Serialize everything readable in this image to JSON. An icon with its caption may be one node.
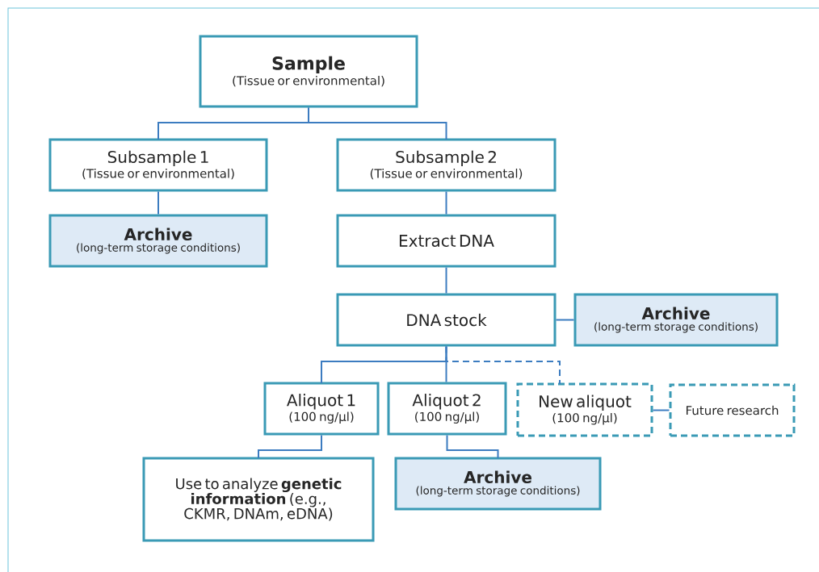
{
  "diagram": {
    "nodes": [
      {
        "text": [
          "Sample",
          "(Tissue or environmental)"
        ]
      },
      {
        "text": [
          "Subsample 1",
          "(Tissue or environmental)"
        ]
      },
      {
        "text": [
          "Subsample 2",
          "(Tissue or environmental)"
        ]
      },
      {
        "text": [
          "Archive",
          "(long-term storage conditions)"
        ]
      },
      {
        "text": [
          "Extract DNA"
        ]
      },
      {
        "text": [
          "DNA stock"
        ]
      },
      {
        "text": [
          "Archive",
          "(long-term storage conditions)"
        ]
      },
      {
        "text": [
          "Aliquot 1",
          "(100 ng/µl)"
        ]
      },
      {
        "text": [
          "Aliquot 2",
          "(100 ng/µl)"
        ]
      },
      {
        "text": [
          "New aliquot",
          "(100 ng/µl)"
        ]
      },
      {
        "text": [
          "Future research"
        ]
      },
      {
        "text": [
          "Use to analyze **genetic information** (e.g., CKMR, DNAm, eDNA)"
        ]
      },
      {
        "text": [
          "Archive",
          "(long-term storage conditions)"
        ]
      }
    ],
    "edges": [
      {
        "from": 0,
        "to": 1,
        "arrow": "none"
      },
      {
        "from": 0,
        "to": 2,
        "arrow": "none"
      },
      {
        "from": 1,
        "to": 3,
        "arrow": "none"
      },
      {
        "from": 2,
        "to": 4,
        "arrow": "none"
      },
      {
        "from": 4,
        "to": 5,
        "arrow": "none"
      },
      {
        "from": 5,
        "to": 6,
        "arrow": "none"
      },
      {
        "from": 5,
        "to": 7,
        "arrow": "none"
      },
      {
        "from": 5,
        "to": 8,
        "arrow": "none"
      },
      {
        "from": 5,
        "to": 9,
        "arrow": "none",
        "style": "dashed"
      },
      {
        "from": 9,
        "to": 10,
        "arrow": "none"
      },
      {
        "from": 7,
        "to": 11,
        "arrow": "none"
      },
      {
        "from": 8,
        "to": 12,
        "arrow": "none"
      }
    ]
  }
}
